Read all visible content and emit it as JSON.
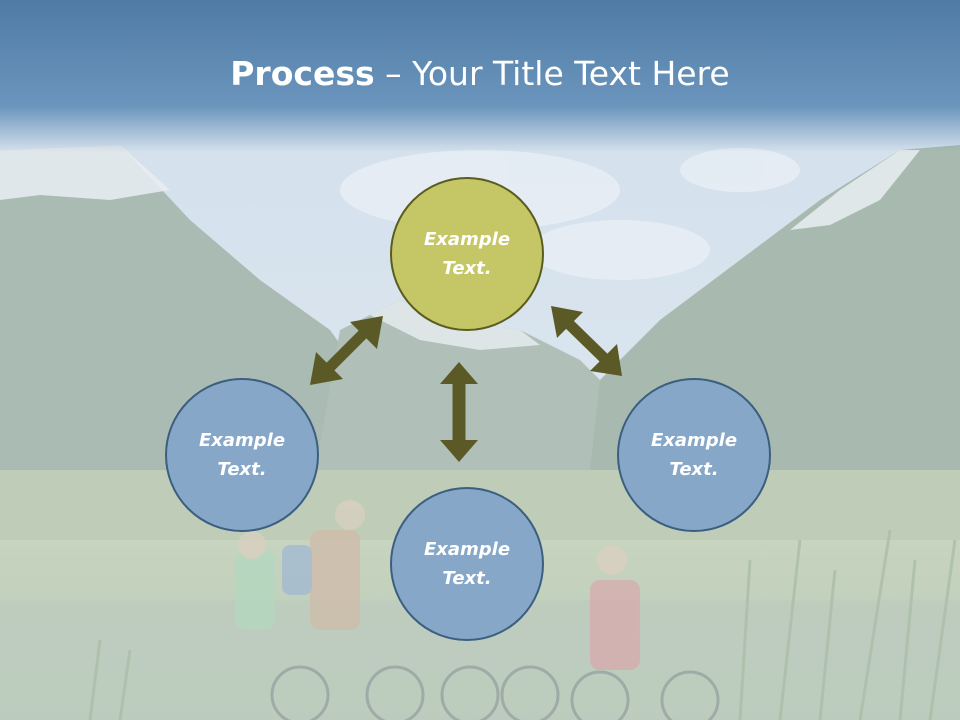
{
  "title": {
    "bold": "Process",
    "dash": " – ",
    "rest": "Your Title Text Here"
  },
  "nodes": {
    "top": {
      "label": "Example\nText."
    },
    "left": {
      "label": "Example\nText."
    },
    "bottom": {
      "label": "Example\nText."
    },
    "right": {
      "label": "Example\nText."
    }
  },
  "colors": {
    "header": "#5a86b0",
    "node_blue_fill": "#86a7c8",
    "node_blue_stroke": "#3c5f80",
    "node_olive_fill": "#c5c766",
    "node_olive_stroke": "#5a5c20",
    "arrow": "#5b5a26"
  }
}
